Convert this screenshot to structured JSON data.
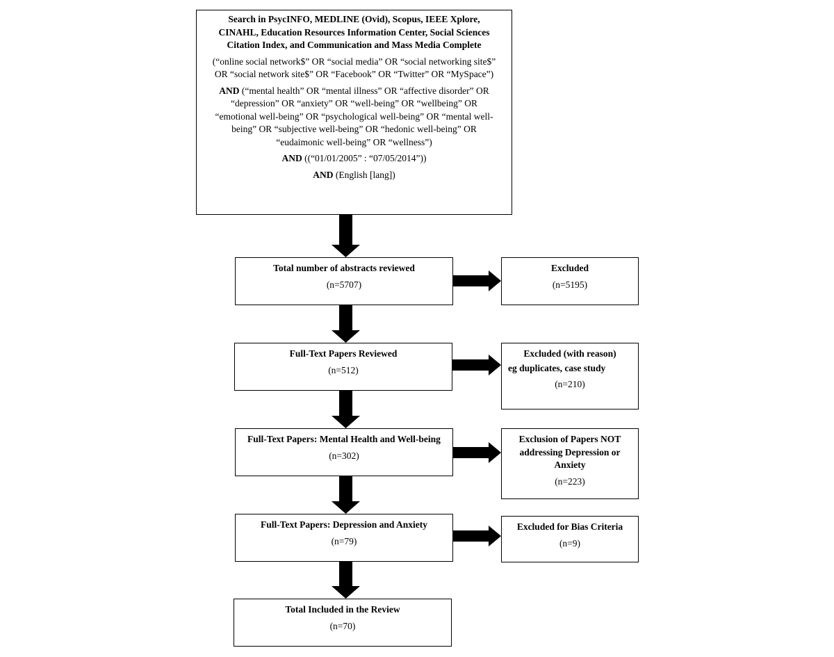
{
  "search": {
    "title_lines": [
      "Search in PsycINFO, MEDLINE (Ovid), Scopus, IEEE Xplore,",
      "CINAHL, Education Resources Information Center, Social Sciences",
      "Citation Index, and Communication and Mass Media Complete"
    ],
    "terms_lines": [
      "(“online social network$” OR “social media” OR “social networking site$”",
      "OR “social network site$” OR “Facebook” OR “Twitter” OR “MySpace”)"
    ],
    "and_label": "AND",
    "mh_first": "(“mental health” OR “mental illness” OR “affective disorder” OR",
    "mh_lines": [
      "“depression” OR “anxiety” OR “well-being” OR “wellbeing” OR",
      "“emotional well-being” OR “psychological well-being” OR “mental well-",
      "being” OR “subjective well-being” OR “hedonic well-being” OR",
      "“eudaimonic well-being” OR “wellness”)"
    ],
    "date_text": "((“01/01/2005” : “07/05/2014”))",
    "lang_text": "(English [lang])"
  },
  "abstracts": {
    "title": "Total number of abstracts reviewed",
    "n": "(n=5707)"
  },
  "excluded1": {
    "title": "Excluded",
    "n": "(n=5195)"
  },
  "fulltext": {
    "title": "Full-Text Papers Reviewed",
    "n": "(n=512)"
  },
  "excluded2": {
    "title": "Excluded (with reason)",
    "reason": "eg duplicates, case study",
    "n": "(n=210)"
  },
  "mh": {
    "title": "Full-Text Papers: Mental Health and Well-being",
    "n": "(n=302)"
  },
  "excluded3": {
    "title_lines": [
      "Exclusion of Papers NOT",
      "addressing Depression or",
      "Anxiety"
    ],
    "n": "(n=223)"
  },
  "depanx": {
    "title": "Full-Text Papers: Depression and Anxiety",
    "n": "(n=79)"
  },
  "bias": {
    "title": "Excluded for Bias Criteria",
    "n": "(n=9)"
  },
  "total": {
    "title": "Total Included in the Review",
    "n": "(n=70)"
  },
  "colors": {
    "arrow": "#000000",
    "border": "#000000"
  }
}
